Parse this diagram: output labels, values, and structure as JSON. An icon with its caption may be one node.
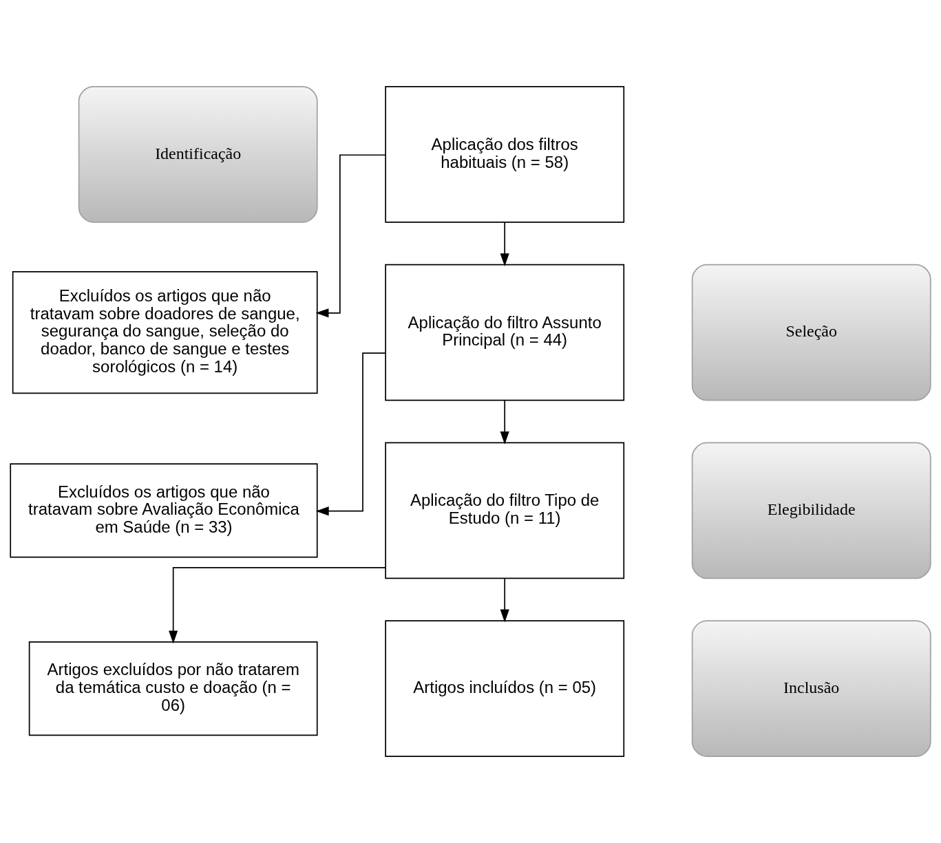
{
  "diagram": {
    "nodes": [
      {
        "text": [
          "Identificação"
        ]
      },
      {
        "text": [
          "Aplicação dos filtros habituais (n = 58)"
        ]
      },
      {
        "text": [
          "Excluídos os artigos que não tratavam sobre doadores de sangue, segurança do sangue, seleção do doador, banco de sangue e testes sorológicos (n = 14)"
        ]
      },
      {
        "text": [
          "Seleção"
        ]
      },
      {
        "text": [
          "Aplicação do filtro Assunto Principal (n = 44)"
        ]
      },
      {
        "text": [
          "Excluídos os artigos que não tratavam sobre Avaliação Econômica em Saúde (n = 33)"
        ]
      },
      {
        "text": [
          "Elegibilidade"
        ]
      },
      {
        "text": [
          "Aplicação do filtro Tipo de Estudo (n = 11)"
        ]
      },
      {
        "text": [
          "Artigos excluídos por não tratarem da temática custo e doação (n = 06)"
        ]
      },
      {
        "text": [
          "Inclusão"
        ]
      },
      {
        "text": [
          "Artigos incluídos (n = 05)"
        ]
      }
    ],
    "edges": [
      {
        "from": 1,
        "to": 4,
        "arrow": "to"
      },
      {
        "from": 1,
        "to": 2,
        "arrow": "to"
      },
      {
        "from": 4,
        "to": 7,
        "arrow": "to"
      },
      {
        "from": 4,
        "to": 5,
        "arrow": "to"
      },
      {
        "from": 7,
        "to": 10,
        "arrow": "to"
      },
      {
        "from": 7,
        "to": 8,
        "arrow": "to"
      }
    ]
  }
}
